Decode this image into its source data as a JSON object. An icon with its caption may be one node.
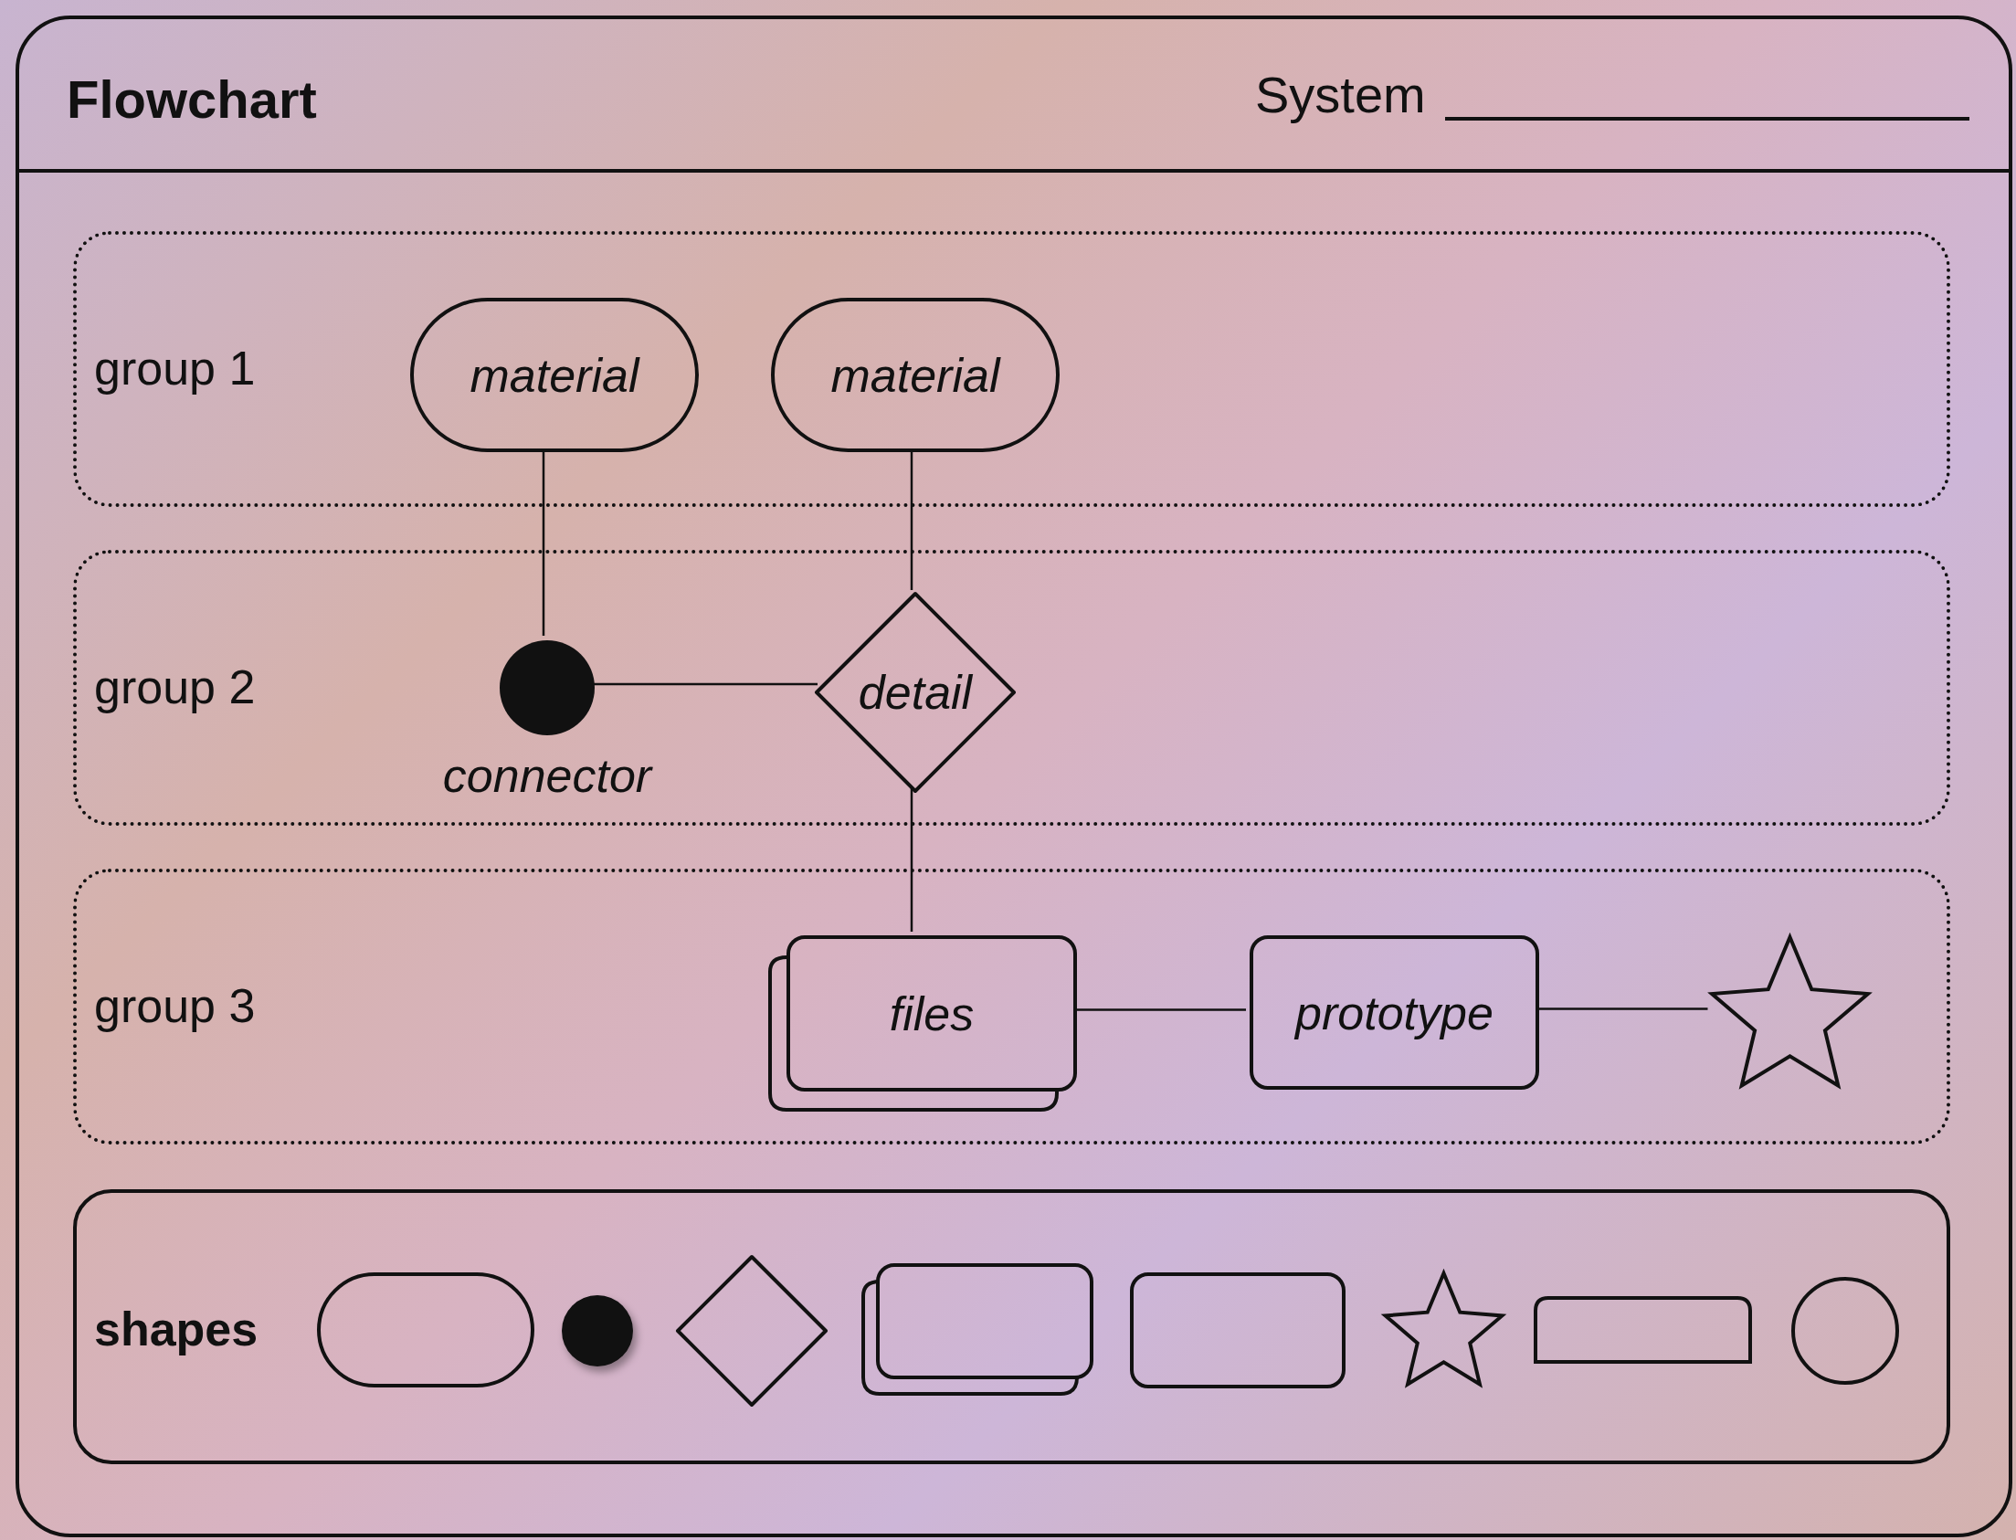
{
  "diagram": {
    "title": "Flowchart",
    "nodes": [
      {
        "text": [
          "group 1"
        ]
      },
      {
        "text": [
          "material"
        ],
        "in": 0
      },
      {
        "text": [
          "material"
        ],
        "in": 0
      },
      {
        "text": [
          "group 2"
        ]
      },
      {
        "text": [
          "connector"
        ],
        "in": 3
      },
      {
        "text": [
          "detail"
        ],
        "in": 3
      },
      {
        "text": [
          "group 3"
        ]
      },
      {
        "text": [
          "files"
        ],
        "in": 6
      },
      {
        "text": [
          "prototype"
        ],
        "in": 6
      },
      {
        "text": [],
        "shape": "star",
        "in": 6
      },
      {
        "text": [
          "shapes"
        ]
      },
      {
        "text": [],
        "shape": "pill",
        "in": 10
      },
      {
        "text": [],
        "shape": "dot",
        "in": 10
      },
      {
        "text": [],
        "shape": "diamond",
        "in": 10
      },
      {
        "text": [],
        "shape": "stack",
        "in": 10
      },
      {
        "text": [],
        "shape": "box",
        "in": 10
      },
      {
        "text": [],
        "shape": "star",
        "in": 10
      },
      {
        "text": [],
        "shape": "tab",
        "in": 10
      },
      {
        "text": [],
        "shape": "circle",
        "in": 10
      }
    ],
    "edges": [
      {
        "from": 1,
        "to": 4,
        "arrow": "none"
      },
      {
        "from": 2,
        "to": 5,
        "arrow": "none"
      },
      {
        "from": 4,
        "to": 5,
        "arrow": "none"
      },
      {
        "from": 5,
        "to": 7,
        "arrow": "none"
      },
      {
        "from": 7,
        "to": 8,
        "arrow": "none"
      },
      {
        "from": 8,
        "to": 9,
        "arrow": "none"
      }
    ],
    "labels": [
      "System"
    ]
  }
}
